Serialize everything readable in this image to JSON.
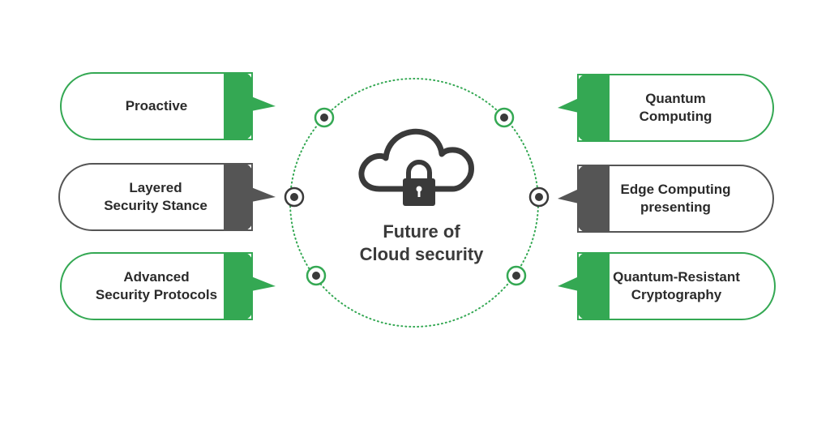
{
  "center": {
    "title": "Future of\nCloud security",
    "icon": "cloud-lock-icon"
  },
  "colors": {
    "green": "#34a853",
    "dark": "#555555",
    "text": "#2b2b2b"
  },
  "items": [
    {
      "label": "Proactive",
      "color": "green",
      "side": "left"
    },
    {
      "label": "Layered\nSecurity Stance",
      "color": "dark",
      "side": "left"
    },
    {
      "label": "Advanced\nSecurity Protocols",
      "color": "green",
      "side": "left"
    },
    {
      "label": "Quantum\nComputing",
      "color": "green",
      "side": "right"
    },
    {
      "label": "Edge Computing\npresenting",
      "color": "dark",
      "side": "right"
    },
    {
      "label": "Quantum-Resistant\nCryptography",
      "color": "green",
      "side": "right"
    }
  ]
}
